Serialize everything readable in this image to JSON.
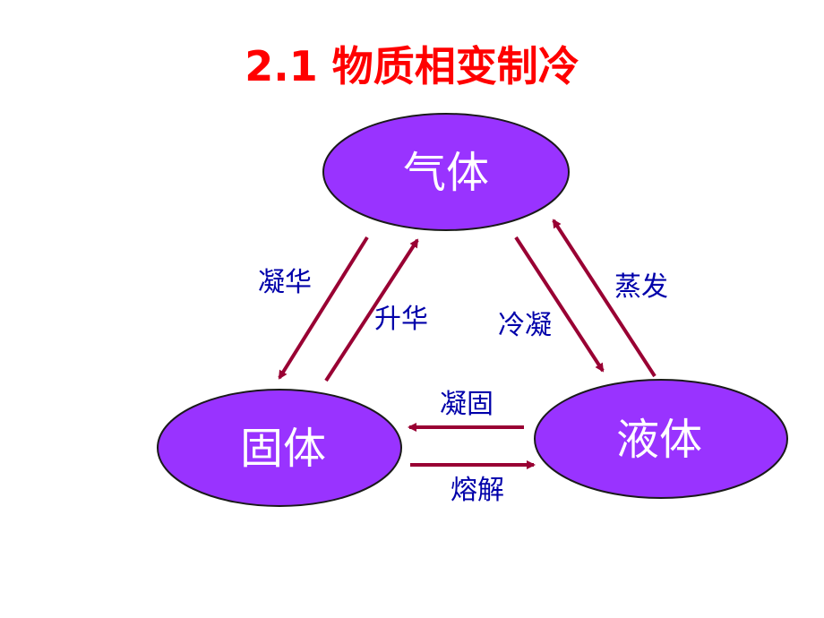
{
  "title": "2.1 物质相变制冷",
  "colors": {
    "title": "#ff0000",
    "node_fill": "#9933ff",
    "node_stroke": "#1a1a1a",
    "node_text": "#ffffff",
    "arrow": "#990033",
    "edge_label": "#0000aa"
  },
  "nodes": {
    "gas": "气体",
    "solid": "固体",
    "liquid": "液体"
  },
  "edges": {
    "deposition": "凝华",
    "sublimation": "升华",
    "condensation": "冷凝",
    "evaporation": "蒸发",
    "freezing": "凝固",
    "melting": "熔解"
  }
}
